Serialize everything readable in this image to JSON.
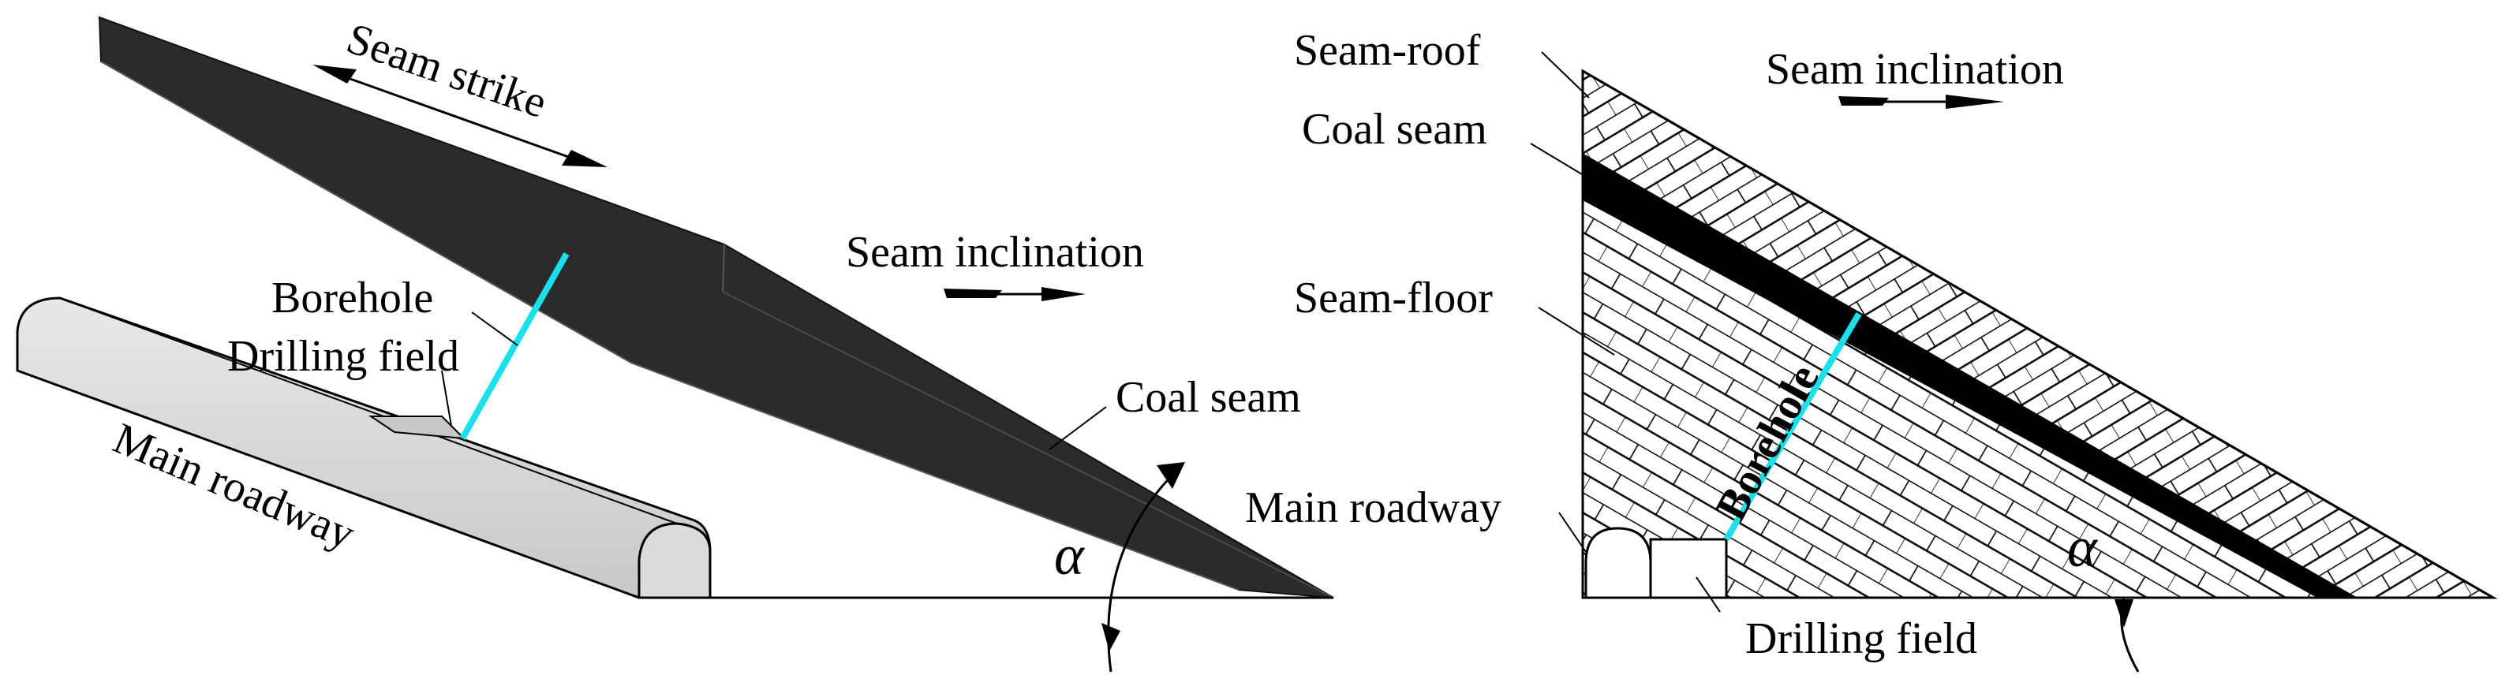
{
  "left_diagram": {
    "seam_strike": "Seam strike",
    "seam_inclination": "Seam inclination",
    "borehole": "Borehole",
    "drilling_field": "Drilling field",
    "main_roadway": "Main roadway",
    "coal_seam": "Coal seam",
    "angle": "α"
  },
  "right_diagram": {
    "seam_roof": "Seam-roof",
    "coal_seam": "Coal seam",
    "seam_floor": "Seam-floor",
    "seam_inclination": "Seam inclination",
    "borehole": "Borehole",
    "main_roadway": "Main roadway",
    "drilling_field": "Drilling field",
    "angle": "α"
  },
  "colors": {
    "seam_dark": "#2e2e2e",
    "roadway_gray": "#d4d4d4",
    "borehole_cyan": "#19e0ea",
    "coal_black": "#000000"
  }
}
